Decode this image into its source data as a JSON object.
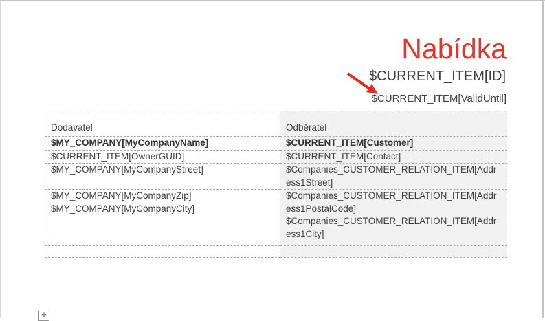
{
  "header": {
    "title": "Nabídka",
    "id_placeholder": "$CURRENT_ITEM[ID]",
    "valid_until_placeholder": "$CURRENT_ITEM[ValidUntil]"
  },
  "table": {
    "header": {
      "left": "Dodavatel",
      "right": "Odběratel"
    },
    "rows": [
      {
        "left": [
          "$MY_COMPANY[MyCompanyName]"
        ],
        "right": [
          "$CURRENT_ITEM[Customer]"
        ]
      },
      {
        "left": [
          "$CURRENT_ITEM[OwnerGUID]"
        ],
        "right": [
          "$CURRENT_ITEM[Contact]"
        ]
      },
      {
        "left": [
          "$MY_COMPANY[MyCompanyStreet]"
        ],
        "right": [
          "$Companies_CUSTOMER_RELATION_ITEM[Address1Street]"
        ]
      },
      {
        "left": [
          "$MY_COMPANY[MyCompanyZip]",
          "$MY_COMPANY[MyCompanyCity]"
        ],
        "right": [
          "$Companies_CUSTOMER_RELATION_ITEM[Address1PostalCode]",
          "$Companies_CUSTOMER_RELATION_ITEM[Address1City]"
        ]
      },
      {
        "left": [],
        "right": []
      }
    ]
  },
  "icons": {
    "annotation_arrow": "red-arrow-pointing-to-valid-until",
    "table_move_handle": "✛"
  },
  "colors": {
    "accent_red": "#e5352b",
    "arrow_red": "#e02b20",
    "cell_shading": "#f1f1f2",
    "grid_border": "#a6a6a6",
    "text": "#3f3f3f",
    "page_edge": "#c3c3c3"
  }
}
